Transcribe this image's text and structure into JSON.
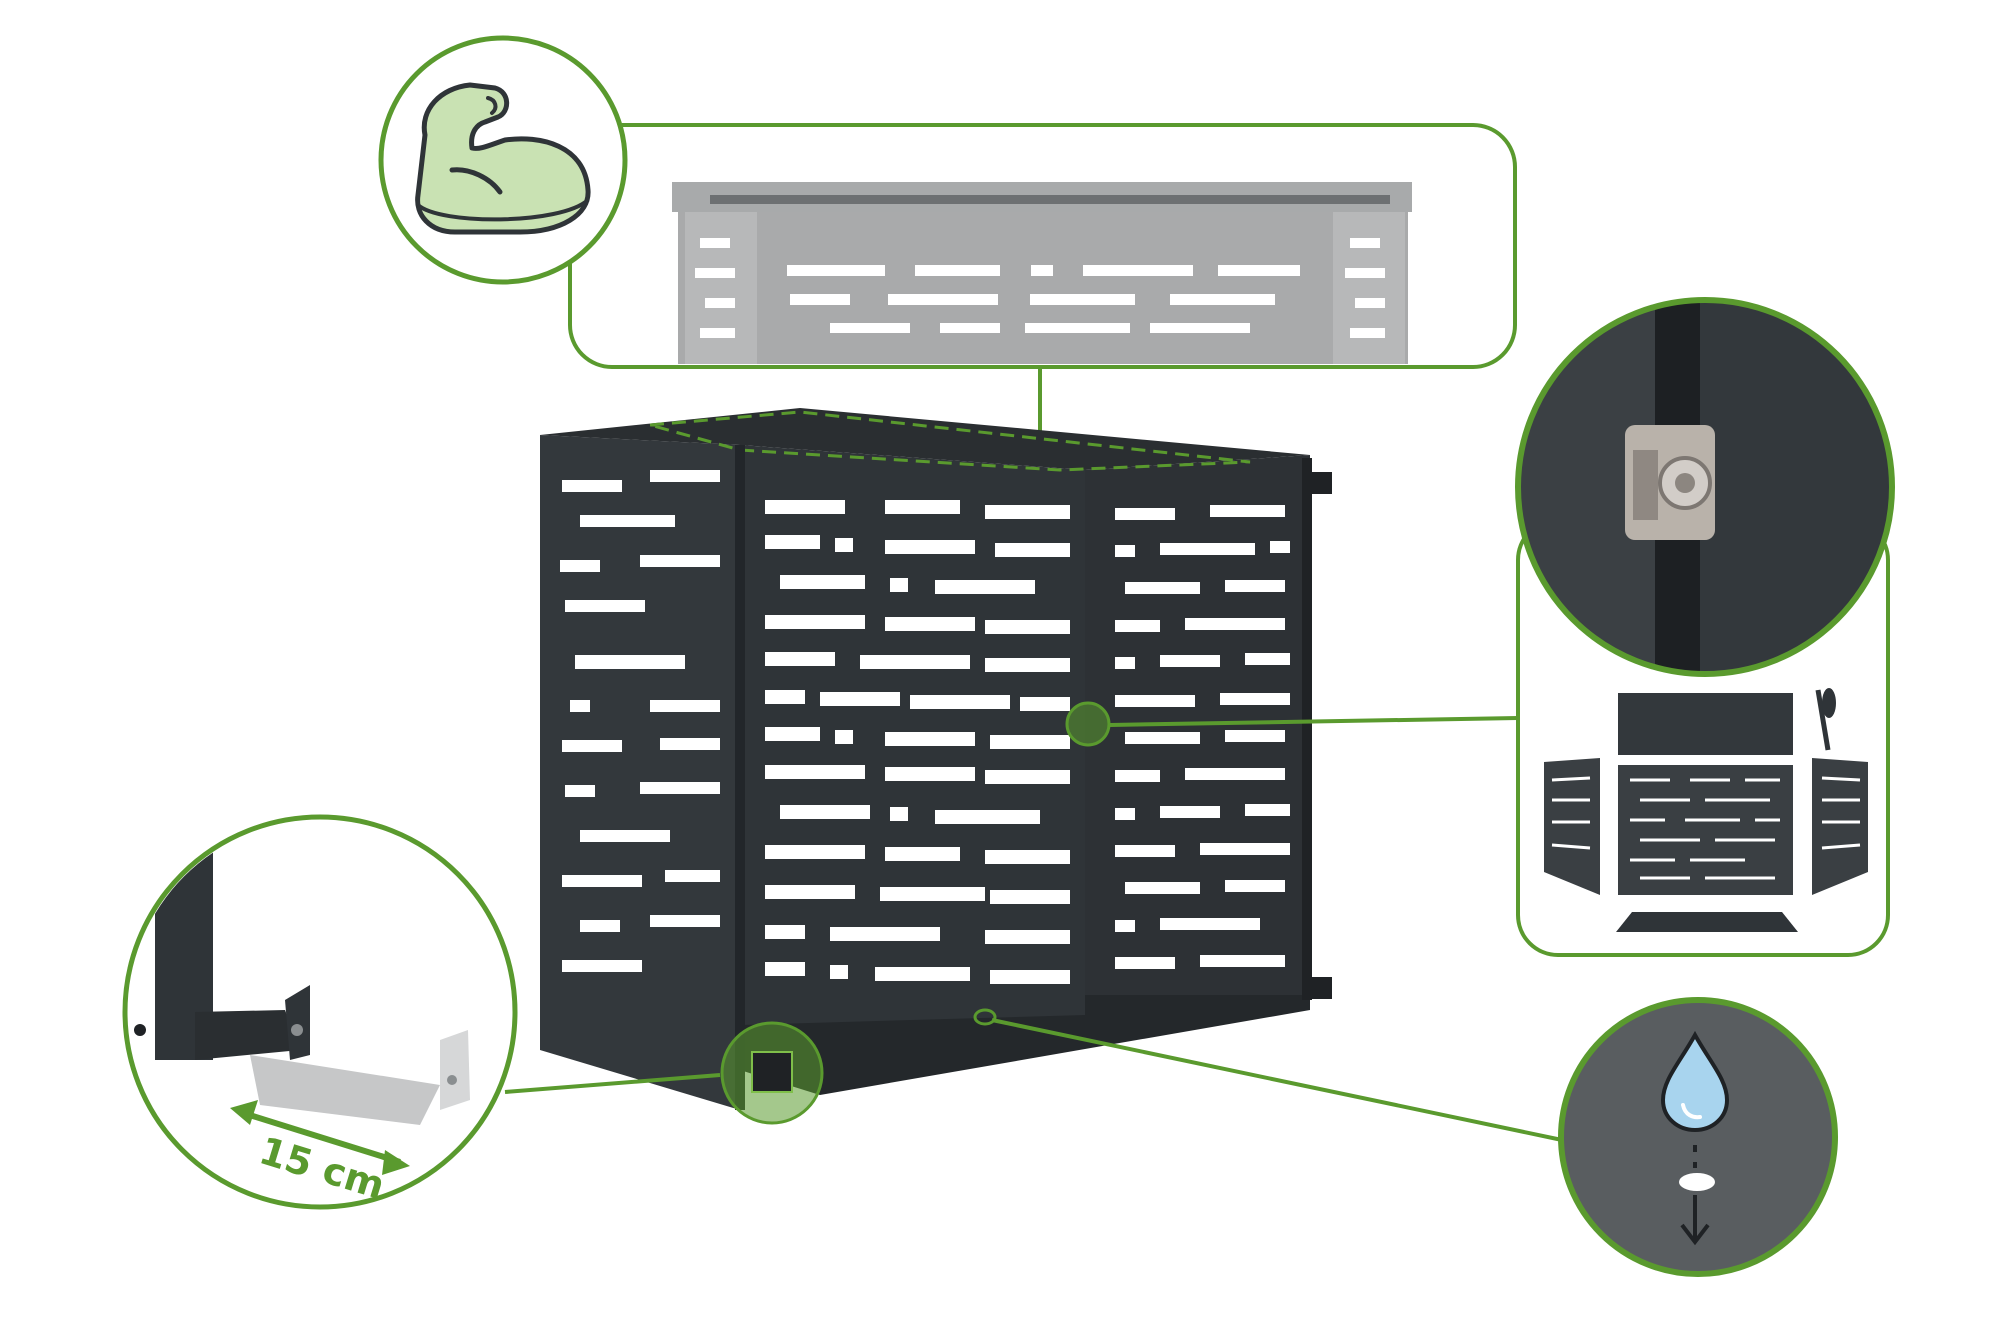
{
  "colors": {
    "accent_green": "#5a9a2e",
    "light_green": "#c9e2b3",
    "panel_dark": "#2f3438",
    "panel_mid": "#3a3f43",
    "panel_light": "#a9aaab",
    "drip_bg": "#5a5e61",
    "water_blue": "#a8d4ee"
  },
  "callouts": {
    "strength_icon": "flexed-bicep-icon",
    "drain_icon": "water-drop-icon",
    "clip_photo": "panel-clip-closeup",
    "kit_icon": "flat-pack-kit-icon",
    "foot_detail": "wall-spacer-foot"
  },
  "dimension": {
    "label": "15 cm"
  }
}
